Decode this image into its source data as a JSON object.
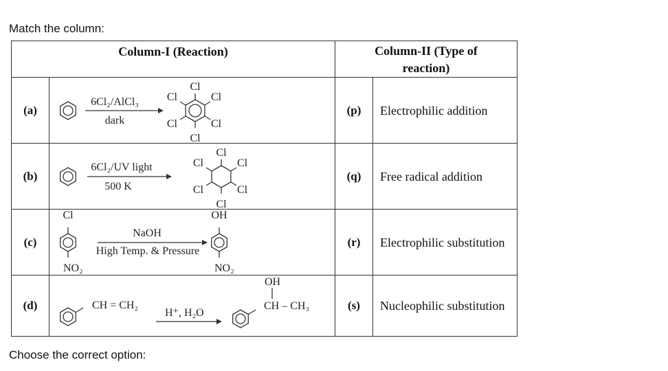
{
  "prompt": "Match the column:",
  "footer": "Choose the correct option:",
  "headers": {
    "col1": "Column-I (Reaction)",
    "col2": "Column-II (Type of reaction)"
  },
  "rows": [
    {
      "label": "(a)",
      "reagent_top": "6Cl₂/AlCl₃",
      "reagent_bottom": "dark",
      "subs": [
        "Cl",
        "Cl",
        "Cl",
        "Cl",
        "Cl",
        "Cl"
      ],
      "match_label": "(p)",
      "match_text": "Electrophilic addition"
    },
    {
      "label": "(b)",
      "reagent_top": "6Cl₂/UV light",
      "reagent_bottom": "500 K",
      "subs": [
        "Cl",
        "Cl",
        "Cl",
        "Cl",
        "Cl",
        "Cl"
      ],
      "match_label": "(q)",
      "match_text": "Free radical addition"
    },
    {
      "label": "(c)",
      "reactant_top": "Cl",
      "reactant_bottom": "NO₂",
      "reagent_top": "NaOH",
      "reagent_bottom": "High Temp. & Pressure",
      "product_top": "OH",
      "product_bottom": "NO₂",
      "match_label": "(r)",
      "match_text": "Electrophilic substitution"
    },
    {
      "label": "(d)",
      "reactant_sub": "CH = CH₂",
      "reagent_top": "H⁺, H₂O",
      "product_top": "OH",
      "product_sub": "CH – CH₃",
      "match_label": "(s)",
      "match_text": "Nucleophilic substitution"
    }
  ]
}
